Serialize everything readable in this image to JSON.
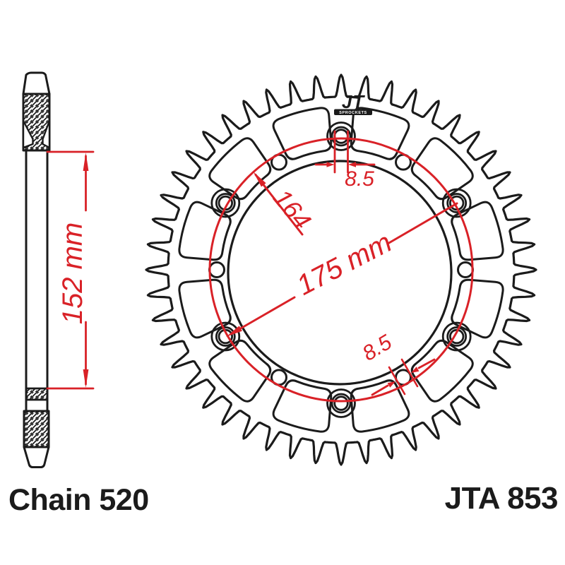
{
  "page_title": "Rear sprocket technical drawing",
  "footer": {
    "chain_label": "Chain 520",
    "part_number": "JTA 853"
  },
  "logo": {
    "brand": "JT",
    "tagline": "SPROCKETS"
  },
  "dimensions": {
    "overall_width": {
      "label": "152 mm"
    },
    "bolt_hole_top": {
      "label": "8.5"
    },
    "bolt_circle": {
      "label": "164"
    },
    "outer_span": {
      "label": "175 mm"
    },
    "small_hole_bottom": {
      "label": "8.5"
    }
  },
  "sprocket": {
    "teeth_count": 48,
    "bolt_hole_count": 6,
    "small_hole_count": 6,
    "cutout_count": 12
  },
  "colors": {
    "dimension_red": "#d92127",
    "line_black": "#1b1b1b",
    "background": "#ffffff"
  }
}
